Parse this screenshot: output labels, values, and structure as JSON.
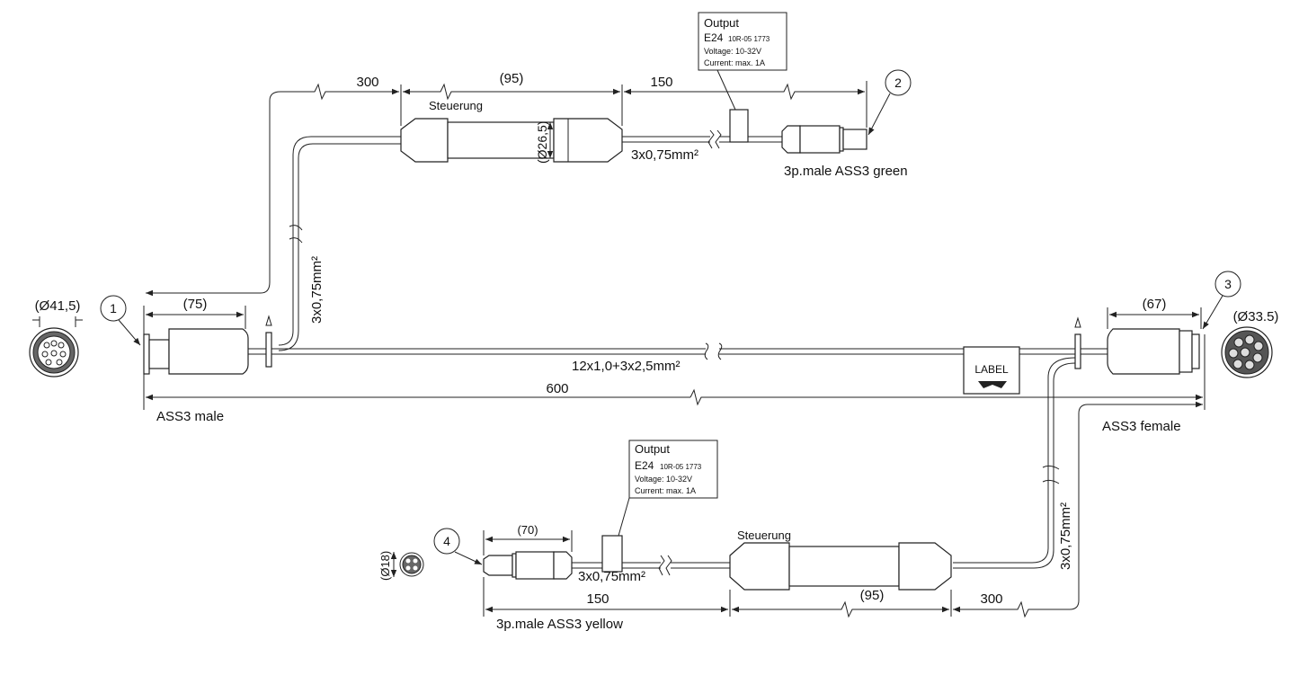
{
  "connectors": {
    "male": {
      "label": "ASS3 male",
      "diameter": "(Ø41,5)",
      "callout": "1"
    },
    "female": {
      "label": "ASS3 female",
      "diameter": "(Ø33.5)",
      "callout": "3"
    },
    "green": {
      "label": "3p.male ASS3 green",
      "callout": "2"
    },
    "yellow": {
      "label": "3p.male ASS3 yellow",
      "diameter": "(Ø18)",
      "callout": "4"
    }
  },
  "main_cable": {
    "spec": "12x1,0+3x2,5mm²",
    "length": "600"
  },
  "branch_top": {
    "dim_total": "300",
    "dim_module": "(95)",
    "dim_tail": "150",
    "module_diameter": "(Ø26,5)",
    "cable": "3x0,75mm²",
    "module_label": "Steuerung",
    "riser_cable": "3x0,75mm²",
    "dim_plug": "(75)"
  },
  "branch_bottom": {
    "dim_total": "300",
    "dim_module": "(95)",
    "dim_tail": "150",
    "dim_plug": "(70)",
    "cable": "3x0,75mm²",
    "module_label": "Steuerung",
    "riser_cable": "3x0,75mm²",
    "dim_female": "(67)"
  },
  "labels": {
    "top": {
      "title": "Output",
      "mark": "E24",
      "approval": "10R-05 1773",
      "voltage": "Voltage: 10-32V",
      "current": "Current: max. 1A"
    },
    "bottom": {
      "title": "Output",
      "mark": "E24",
      "approval": "10R-05 1773",
      "voltage": "Voltage: 10-32V",
      "current": "Current: max. 1A"
    },
    "label_tag": "LABEL"
  }
}
